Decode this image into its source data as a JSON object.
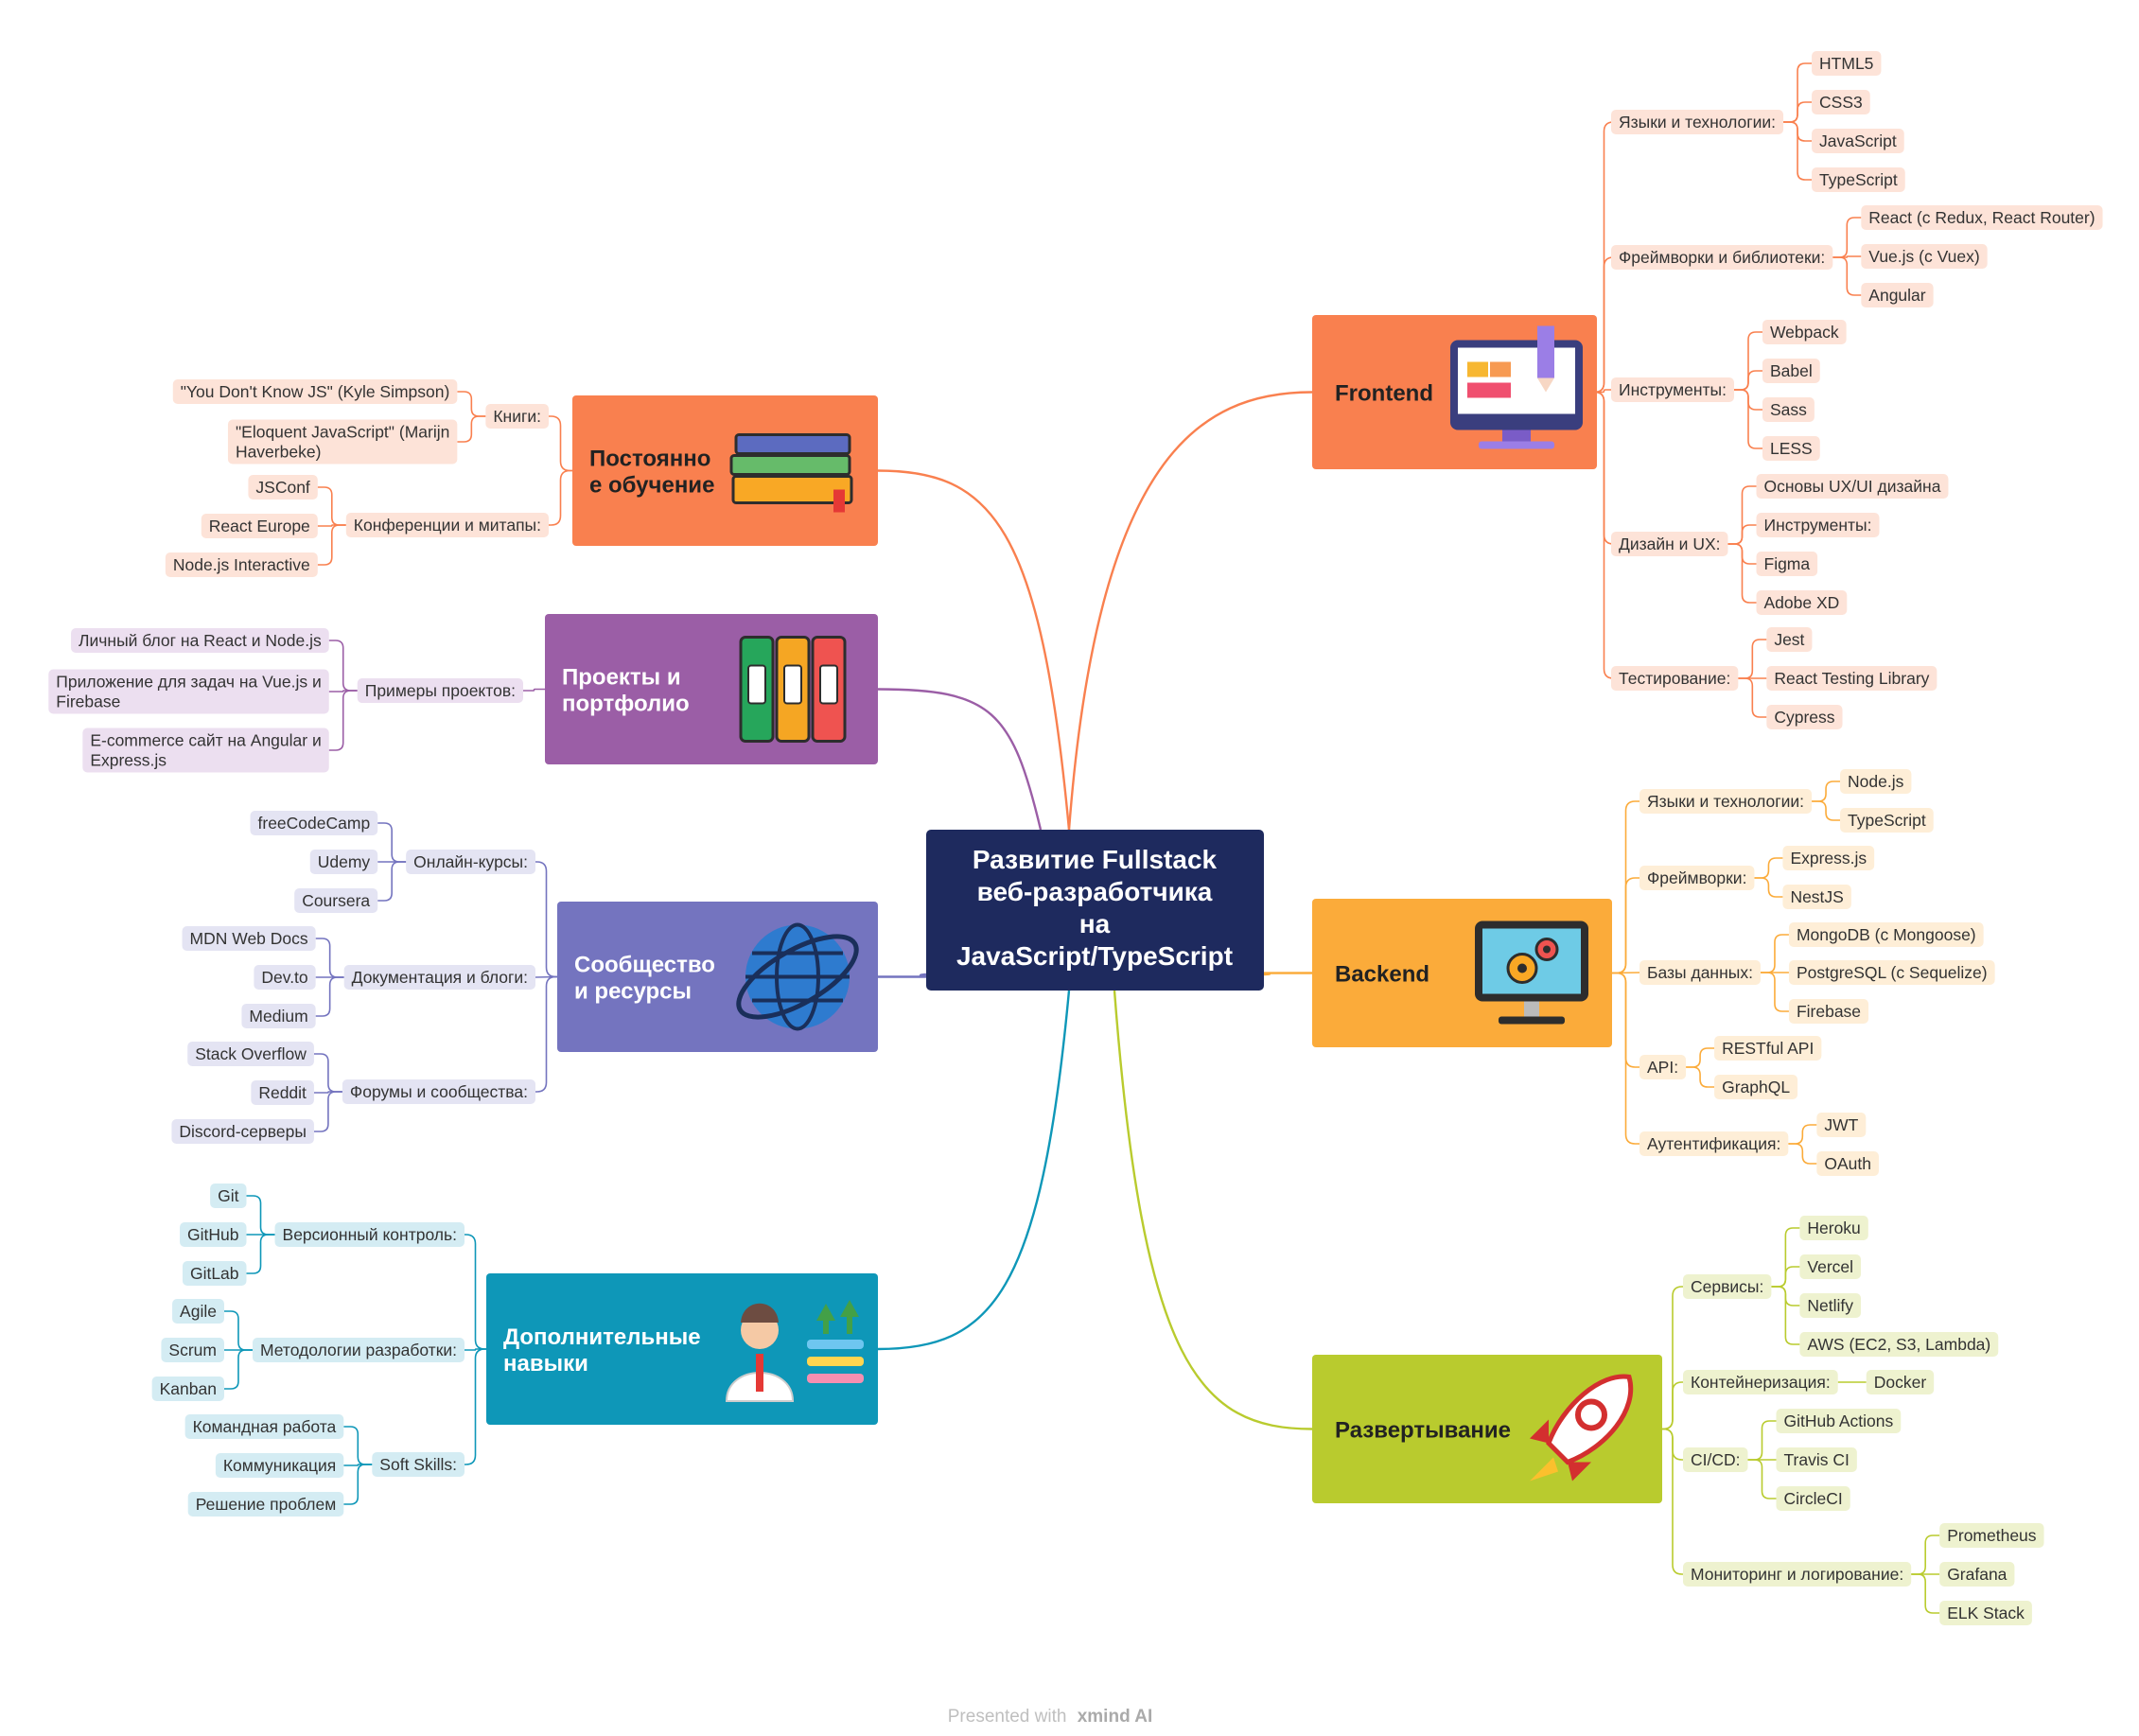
{
  "center": {
    "lines": [
      "Развитие Fullstack",
      "веб-разработчика",
      "на",
      "JavaScript/TypeScript"
    ],
    "color": "#1e2a5e"
  },
  "footer": {
    "prefix": "Presented with",
    "brand": "xmind AI"
  },
  "branches": [
    {
      "id": "frontend",
      "title": [
        "Frontend"
      ],
      "side": "right",
      "color": "#f9804f",
      "line": "#f9804f",
      "fill": "#fde3d8",
      "title_color": "#222222",
      "icon": "monitor-design-icon",
      "subs": [
        {
          "label": "Языки и технологии:",
          "items": [
            "HTML5",
            "CSS3",
            "JavaScript",
            "TypeScript"
          ]
        },
        {
          "label": "Фреймворки и библиотеки:",
          "items": [
            "React (с Redux, React Router)",
            "Vue.js (с Vuex)",
            "Angular"
          ]
        },
        {
          "label": "Инструменты:",
          "items": [
            "Webpack",
            "Babel",
            "Sass",
            "LESS"
          ]
        },
        {
          "label": "Дизайн и UX:",
          "items": [
            "Основы UX/UI дизайна",
            "Инструменты:",
            "Figma",
            "Adobe XD"
          ]
        },
        {
          "label": "Тестирование:",
          "items": [
            "Jest",
            "React Testing Library",
            "Cypress"
          ]
        }
      ]
    },
    {
      "id": "backend",
      "title": [
        "Backend"
      ],
      "side": "right",
      "color": "#fbab3a",
      "line": "#fbab3a",
      "fill": "#feeed7",
      "title_color": "#222222",
      "icon": "computer-gears-icon",
      "subs": [
        {
          "label": "Языки и технологии:",
          "items": [
            "Node.js",
            "TypeScript"
          ]
        },
        {
          "label": "Фреймворки:",
          "items": [
            "Express.js",
            "NestJS"
          ]
        },
        {
          "label": "Базы данных:",
          "items": [
            "MongoDB (с Mongoose)",
            "PostgreSQL (с Sequelize)",
            "Firebase"
          ]
        },
        {
          "label": "API:",
          "items": [
            "RESTful API",
            "GraphQL"
          ]
        },
        {
          "label": "Аутентификация:",
          "items": [
            "JWT",
            "OAuth"
          ]
        }
      ]
    },
    {
      "id": "deploy",
      "title": [
        "Развертывание"
      ],
      "side": "right",
      "color": "#b9cb2e",
      "line": "#b9cb2e",
      "fill": "#eef2cf",
      "title_color": "#222222",
      "icon": "rocket-icon",
      "subs": [
        {
          "label": "Сервисы:",
          "items": [
            "Heroku",
            "Vercel",
            "Netlify",
            "AWS (EC2, S3, Lambda)"
          ]
        },
        {
          "label": "Контейнеризация:",
          "items": [
            "Docker"
          ]
        },
        {
          "label": "CI/CD:",
          "items": [
            "GitHub Actions",
            "Travis CI",
            "CircleCI"
          ]
        },
        {
          "label": "Мониторинг и логирование:",
          "items": [
            "Prometheus",
            "Grafana",
            "ELK Stack"
          ]
        }
      ]
    },
    {
      "id": "learning",
      "title": [
        "Постоянно",
        "е обучение"
      ],
      "side": "left",
      "color": "#f9804f",
      "line": "#f9804f",
      "fill": "#fde3d8",
      "title_color": "#222222",
      "icon": "books-icon",
      "subs": [
        {
          "label": "Книги:",
          "items": [
            "\"You Don't Know JS\" (Kyle Simpson)",
            [
              "\"Eloquent JavaScript\" (Marijn",
              "Haverbeke)"
            ]
          ]
        },
        {
          "label": "Конференции и митапы:",
          "items": [
            "JSConf",
            "React Europe",
            "Node.js Interactive"
          ]
        }
      ]
    },
    {
      "id": "projects",
      "title": [
        "Проекты и",
        "портфолио"
      ],
      "side": "left",
      "color": "#9b5ea6",
      "line": "#9b5ea6",
      "fill": "#ecdff0",
      "title_color": "#ffffff",
      "icon": "binders-icon",
      "subs": [
        {
          "label": "Примеры проектов:",
          "items": [
            "Личный блог на React и Node.js",
            [
              "Приложение для задач на Vue.js и",
              "Firebase"
            ],
            [
              "E-commerce сайт на Angular и",
              "Express.js"
            ]
          ]
        }
      ]
    },
    {
      "id": "community",
      "title": [
        "Сообщество",
        "и ресурсы"
      ],
      "side": "left",
      "color": "#7474bf",
      "line": "#7474bf",
      "fill": "#e4e4f3",
      "title_color": "#ffffff",
      "icon": "globe-icon",
      "subs": [
        {
          "label": "Онлайн-курсы:",
          "items": [
            "freeCodeCamp",
            "Udemy",
            "Coursera"
          ]
        },
        {
          "label": "Документация и блоги:",
          "items": [
            "MDN Web Docs",
            "Dev.to",
            "Medium"
          ]
        },
        {
          "label": "Форумы и сообщества:",
          "items": [
            "Stack Overflow",
            "Reddit",
            "Discord-серверы"
          ]
        }
      ]
    },
    {
      "id": "skills",
      "title": [
        "Дополнительные",
        "навыки"
      ],
      "side": "left",
      "color": "#0e97b8",
      "line": "#0e97b8",
      "fill": "#d4ecf3",
      "title_color": "#ffffff",
      "icon": "person-growth-icon",
      "subs": [
        {
          "label": "Версионный контроль:",
          "items": [
            "Git",
            "GitHub",
            "GitLab"
          ]
        },
        {
          "label": "Методологии разработки:",
          "items": [
            "Agile",
            "Scrum",
            "Kanban"
          ]
        },
        {
          "label": "Soft Skills:",
          "items": [
            "Командная работа",
            "Коммуникация",
            "Решение проблем"
          ]
        }
      ]
    }
  ]
}
